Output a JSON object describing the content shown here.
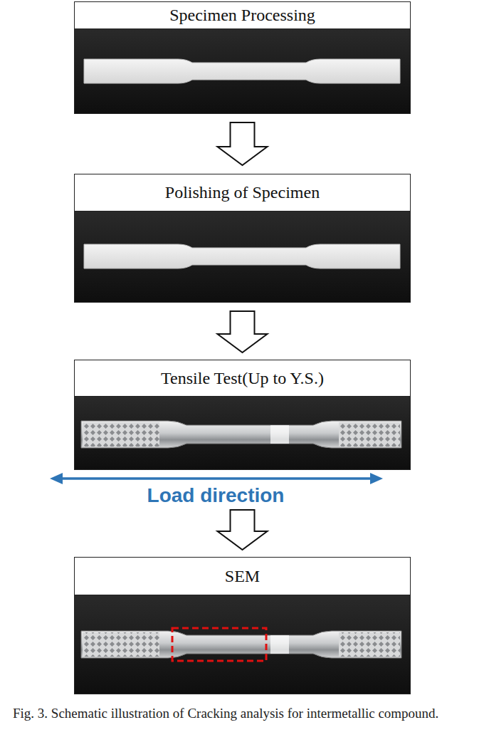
{
  "diagram": {
    "caption": "Fig. 3. Schematic illustration of Cracking analysis for intermetallic compound.",
    "nodes": [
      {
        "text": [
          "Specimen Processing"
        ]
      },
      {
        "text": [
          "Polishing of Specimen"
        ]
      },
      {
        "text": [
          "Tensile Test(Up to Y.S.)"
        ]
      },
      {
        "text": [
          "SEM"
        ]
      }
    ],
    "edges": [
      {
        "from": 0,
        "to": 1,
        "arrow": "to"
      },
      {
        "from": 1,
        "to": 2,
        "arrow": "to"
      },
      {
        "from": 2,
        "to": 3,
        "arrow": "to"
      }
    ],
    "labels": [
      "Load direction"
    ]
  }
}
